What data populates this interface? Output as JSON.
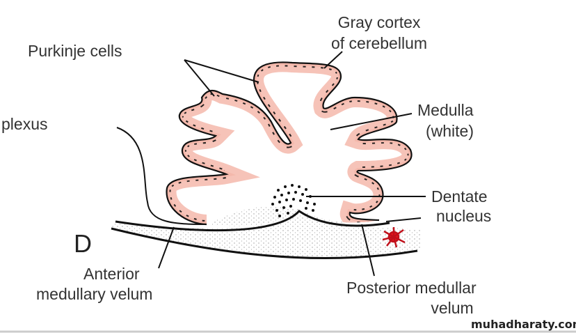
{
  "diagram": {
    "panel_letter": "D",
    "labels": {
      "gray_cortex_line1": "Gray cortex",
      "gray_cortex_line2": "of cerebellum",
      "purkinje": "Purkinje cells",
      "plexus": "plexus",
      "medulla_line1": "Medulla",
      "medulla_line2": "(white)",
      "dentate_line1": "Dentate",
      "dentate_line2": "nucleus",
      "anterior_line1": "Anterior",
      "anterior_line2": "medullary velum",
      "posterior_line1": "Posterior medullar",
      "posterior_line2": "velum"
    },
    "watermark": "muhadharaty.com",
    "colors": {
      "cortex": "#f4b8ab",
      "choroid": "#e8141c",
      "outline": "#111111"
    }
  }
}
